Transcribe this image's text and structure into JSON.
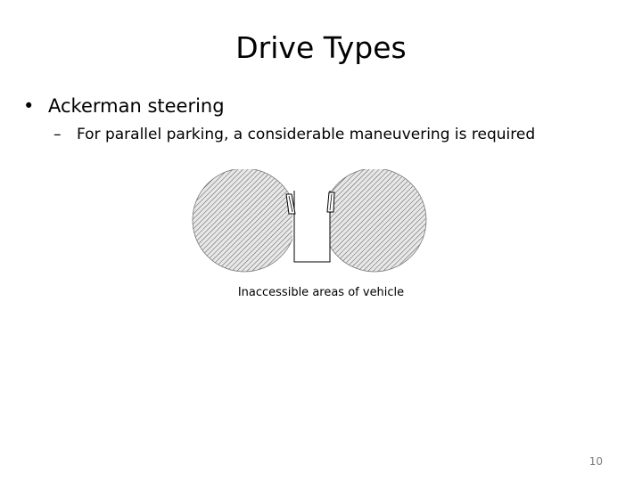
{
  "slide": {
    "title": "Drive Types",
    "bullet": {
      "symbol": "•",
      "text": "Ackerman steering"
    },
    "sub_bullet": {
      "symbol": "–",
      "text": "For parallel parking, a considerable maneuvering is required"
    },
    "figure_caption": "Inaccessible areas of vehicle",
    "page_number": "10"
  },
  "colors": {
    "hatch": "#555555",
    "circle_fill": "#e8e8e8",
    "text": "#000000",
    "page_number": "#808080"
  }
}
